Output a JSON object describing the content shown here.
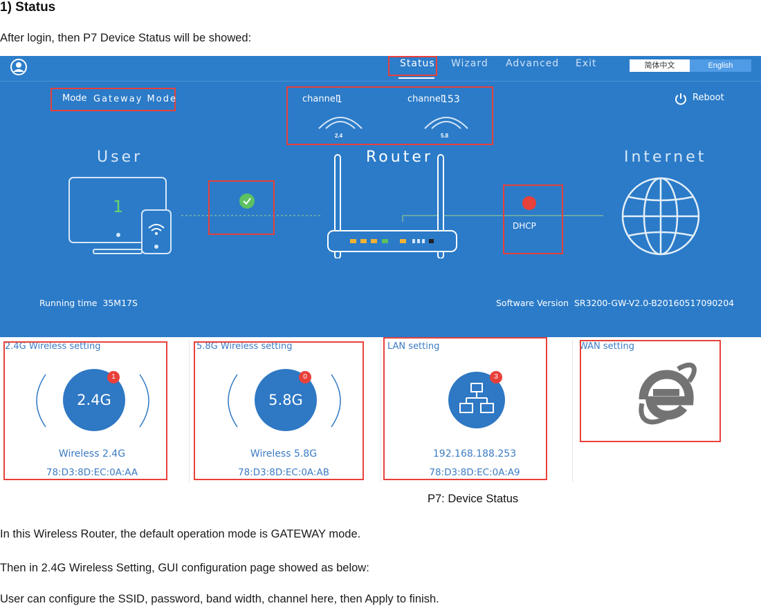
{
  "doc": {
    "heading": "1) Status",
    "intro": "After login, then P7 Device Status will be showed:",
    "caption": "P7: Device Status",
    "para1": "In this Wireless Router, the default operation mode is GATEWAY mode.",
    "para2": "Then in 2.4G Wireless Setting, GUI configuration page showed as below:",
    "para3": "User can configure the SSID, password, band width, channel here, then Apply to finish."
  },
  "nav": {
    "items": [
      "Status",
      "Wizard",
      "Advanced",
      "Exit"
    ],
    "active": "Status",
    "lang_cn": "简体中文",
    "lang_en": "English"
  },
  "status_panel": {
    "mode_label": "Mode",
    "mode_value": "Gateway Mode",
    "channel_label": "channel",
    "channel_24": "1",
    "channel_58": "153",
    "band_24": "2.4",
    "band_58": "5.8",
    "reboot_label": "Reboot",
    "user_title": "User",
    "router_title": "Router",
    "internet_title": "Internet",
    "user_count": "1",
    "wan_proto": "DHCP",
    "running_time_label": "Running time",
    "running_time_value": "35M17S",
    "software_version_label": "Software Version",
    "software_version_value": "SR3200-GW-V2.0-B20160517090204"
  },
  "cards": [
    {
      "title": "2.4G Wireless setting",
      "circle": "2.4G",
      "badge": "1",
      "line1": "Wireless 2.4G",
      "line2": "78:D3:8D:EC:0A:AA"
    },
    {
      "title": "5.8G Wireless setting",
      "circle": "5.8G",
      "badge": "0",
      "line1": "Wireless 5.8G",
      "line2": "78:D3:8D:EC:0A:AB"
    },
    {
      "title": "LAN setting",
      "badge": "3",
      "line1": "192.168.188.253",
      "line2": "78:D3:8D:EC:0A:A9"
    },
    {
      "title": "WAN setting"
    }
  ],
  "colors": {
    "panel_blue": "#2b7bc8",
    "highlight_red": "#e8403a",
    "ok_green": "#5cc160",
    "link_blue": "#3b7bc3"
  }
}
